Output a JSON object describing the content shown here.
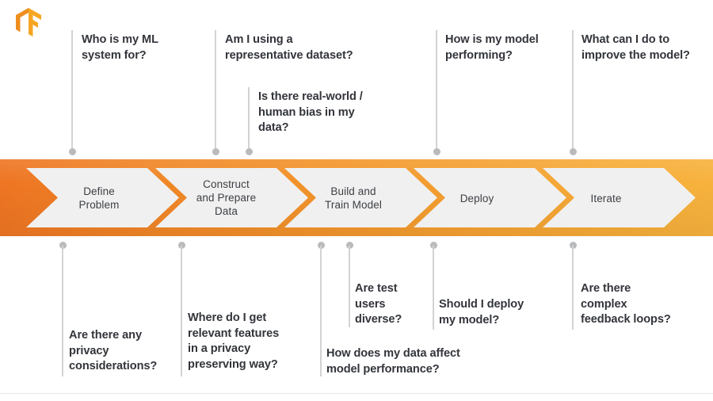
{
  "brand": {
    "logo_name": "tensorflow-logo",
    "color": "#F5A623"
  },
  "band": {
    "color_start": "#EE7523",
    "color_end": "#F7B23D",
    "stages": [
      {
        "id": "define-problem",
        "label": "Define\nProblem"
      },
      {
        "id": "construct-prepare-data",
        "label": "Construct\nand Prepare\nData"
      },
      {
        "id": "build-train-model",
        "label": "Build and\nTrain Model"
      },
      {
        "id": "deploy",
        "label": "Deploy"
      },
      {
        "id": "iterate",
        "label": "Iterate"
      }
    ]
  },
  "questions_above": [
    {
      "id": "who-is-my-ml-system-for",
      "text": "Who is my ML\nsystem for?"
    },
    {
      "id": "am-i-using-a-representative-dataset",
      "text": "Am I using a\nrepresentative dataset?"
    },
    {
      "id": "is-there-real-world-human-bias",
      "text": "Is there real-world /\nhuman bias in my\ndata?"
    },
    {
      "id": "how-is-my-model-performing",
      "text": "How is my model\nperforming?"
    },
    {
      "id": "what-can-i-do-to-improve-the-model",
      "text": "What can I do to\nimprove the model?"
    }
  ],
  "questions_below": [
    {
      "id": "are-there-any-privacy-considerations",
      "text": "Are there any\nprivacy\nconsiderations?"
    },
    {
      "id": "where-do-i-get-relevant-features",
      "text": "Where do I get\nrelevant features\nin a privacy\npreserving way?"
    },
    {
      "id": "how-does-my-data-affect-model-performance",
      "text": "How does my data affect\nmodel performance?"
    },
    {
      "id": "are-test-users-diverse",
      "text": "Are test\nusers\ndiverse?"
    },
    {
      "id": "should-i-deploy-my-model",
      "text": "Should I deploy\nmy model?"
    },
    {
      "id": "are-there-complex-feedback-loops",
      "text": "Are there\ncomplex\nfeedback loops?"
    }
  ]
}
